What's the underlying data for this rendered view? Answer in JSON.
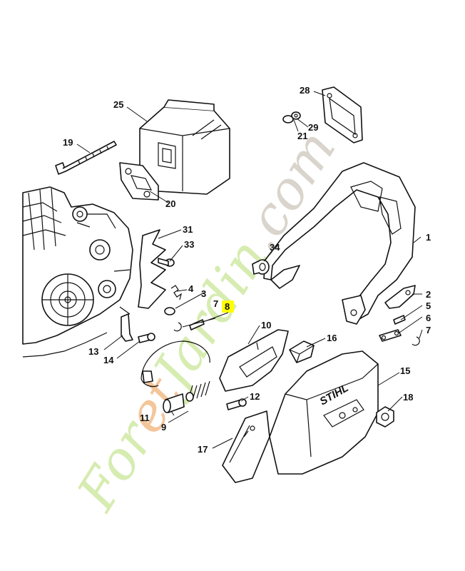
{
  "diagram": {
    "brand_text": "STIHL",
    "highlight_color": "#ffff00",
    "watermark_color_primary": "#d6ecb0",
    "watermark_color_accent": "#f3c69a",
    "watermark_color_gray": "#d9d4cc",
    "watermark": {
      "part1": "For",
      "part2": "et",
      "part3": "Jardin",
      "part4": ".com"
    },
    "callouts": [
      {
        "id": "c1",
        "label": "1"
      },
      {
        "id": "c2",
        "label": "2"
      },
      {
        "id": "c3",
        "label": "3"
      },
      {
        "id": "c4",
        "label": "4"
      },
      {
        "id": "c5",
        "label": "5"
      },
      {
        "id": "c6",
        "label": "6"
      },
      {
        "id": "c7a",
        "label": "7"
      },
      {
        "id": "c7b",
        "label": "7"
      },
      {
        "id": "c8",
        "label": "8",
        "highlighted": true
      },
      {
        "id": "c9",
        "label": "9"
      },
      {
        "id": "c10",
        "label": "10"
      },
      {
        "id": "c11",
        "label": "11"
      },
      {
        "id": "c12",
        "label": "12"
      },
      {
        "id": "c13",
        "label": "13"
      },
      {
        "id": "c14",
        "label": "14"
      },
      {
        "id": "c15",
        "label": "15"
      },
      {
        "id": "c16",
        "label": "16"
      },
      {
        "id": "c17",
        "label": "17"
      },
      {
        "id": "c18",
        "label": "18"
      },
      {
        "id": "c19",
        "label": "19"
      },
      {
        "id": "c20",
        "label": "20"
      },
      {
        "id": "c21",
        "label": "21"
      },
      {
        "id": "c25",
        "label": "25"
      },
      {
        "id": "c28",
        "label": "28"
      },
      {
        "id": "c29",
        "label": "29"
      },
      {
        "id": "c31",
        "label": "31"
      },
      {
        "id": "c33",
        "label": "33"
      },
      {
        "id": "c34",
        "label": "34"
      }
    ]
  }
}
